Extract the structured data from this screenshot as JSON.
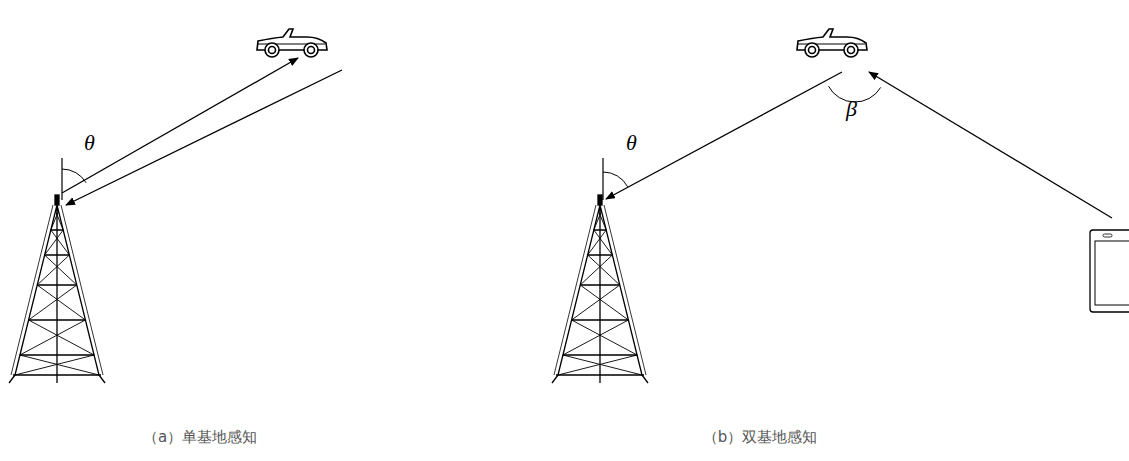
{
  "diagram": {
    "labels": [
      "θ",
      "（a）单基地感知",
      "θ",
      "β",
      "（b）双基地感知"
    ]
  }
}
